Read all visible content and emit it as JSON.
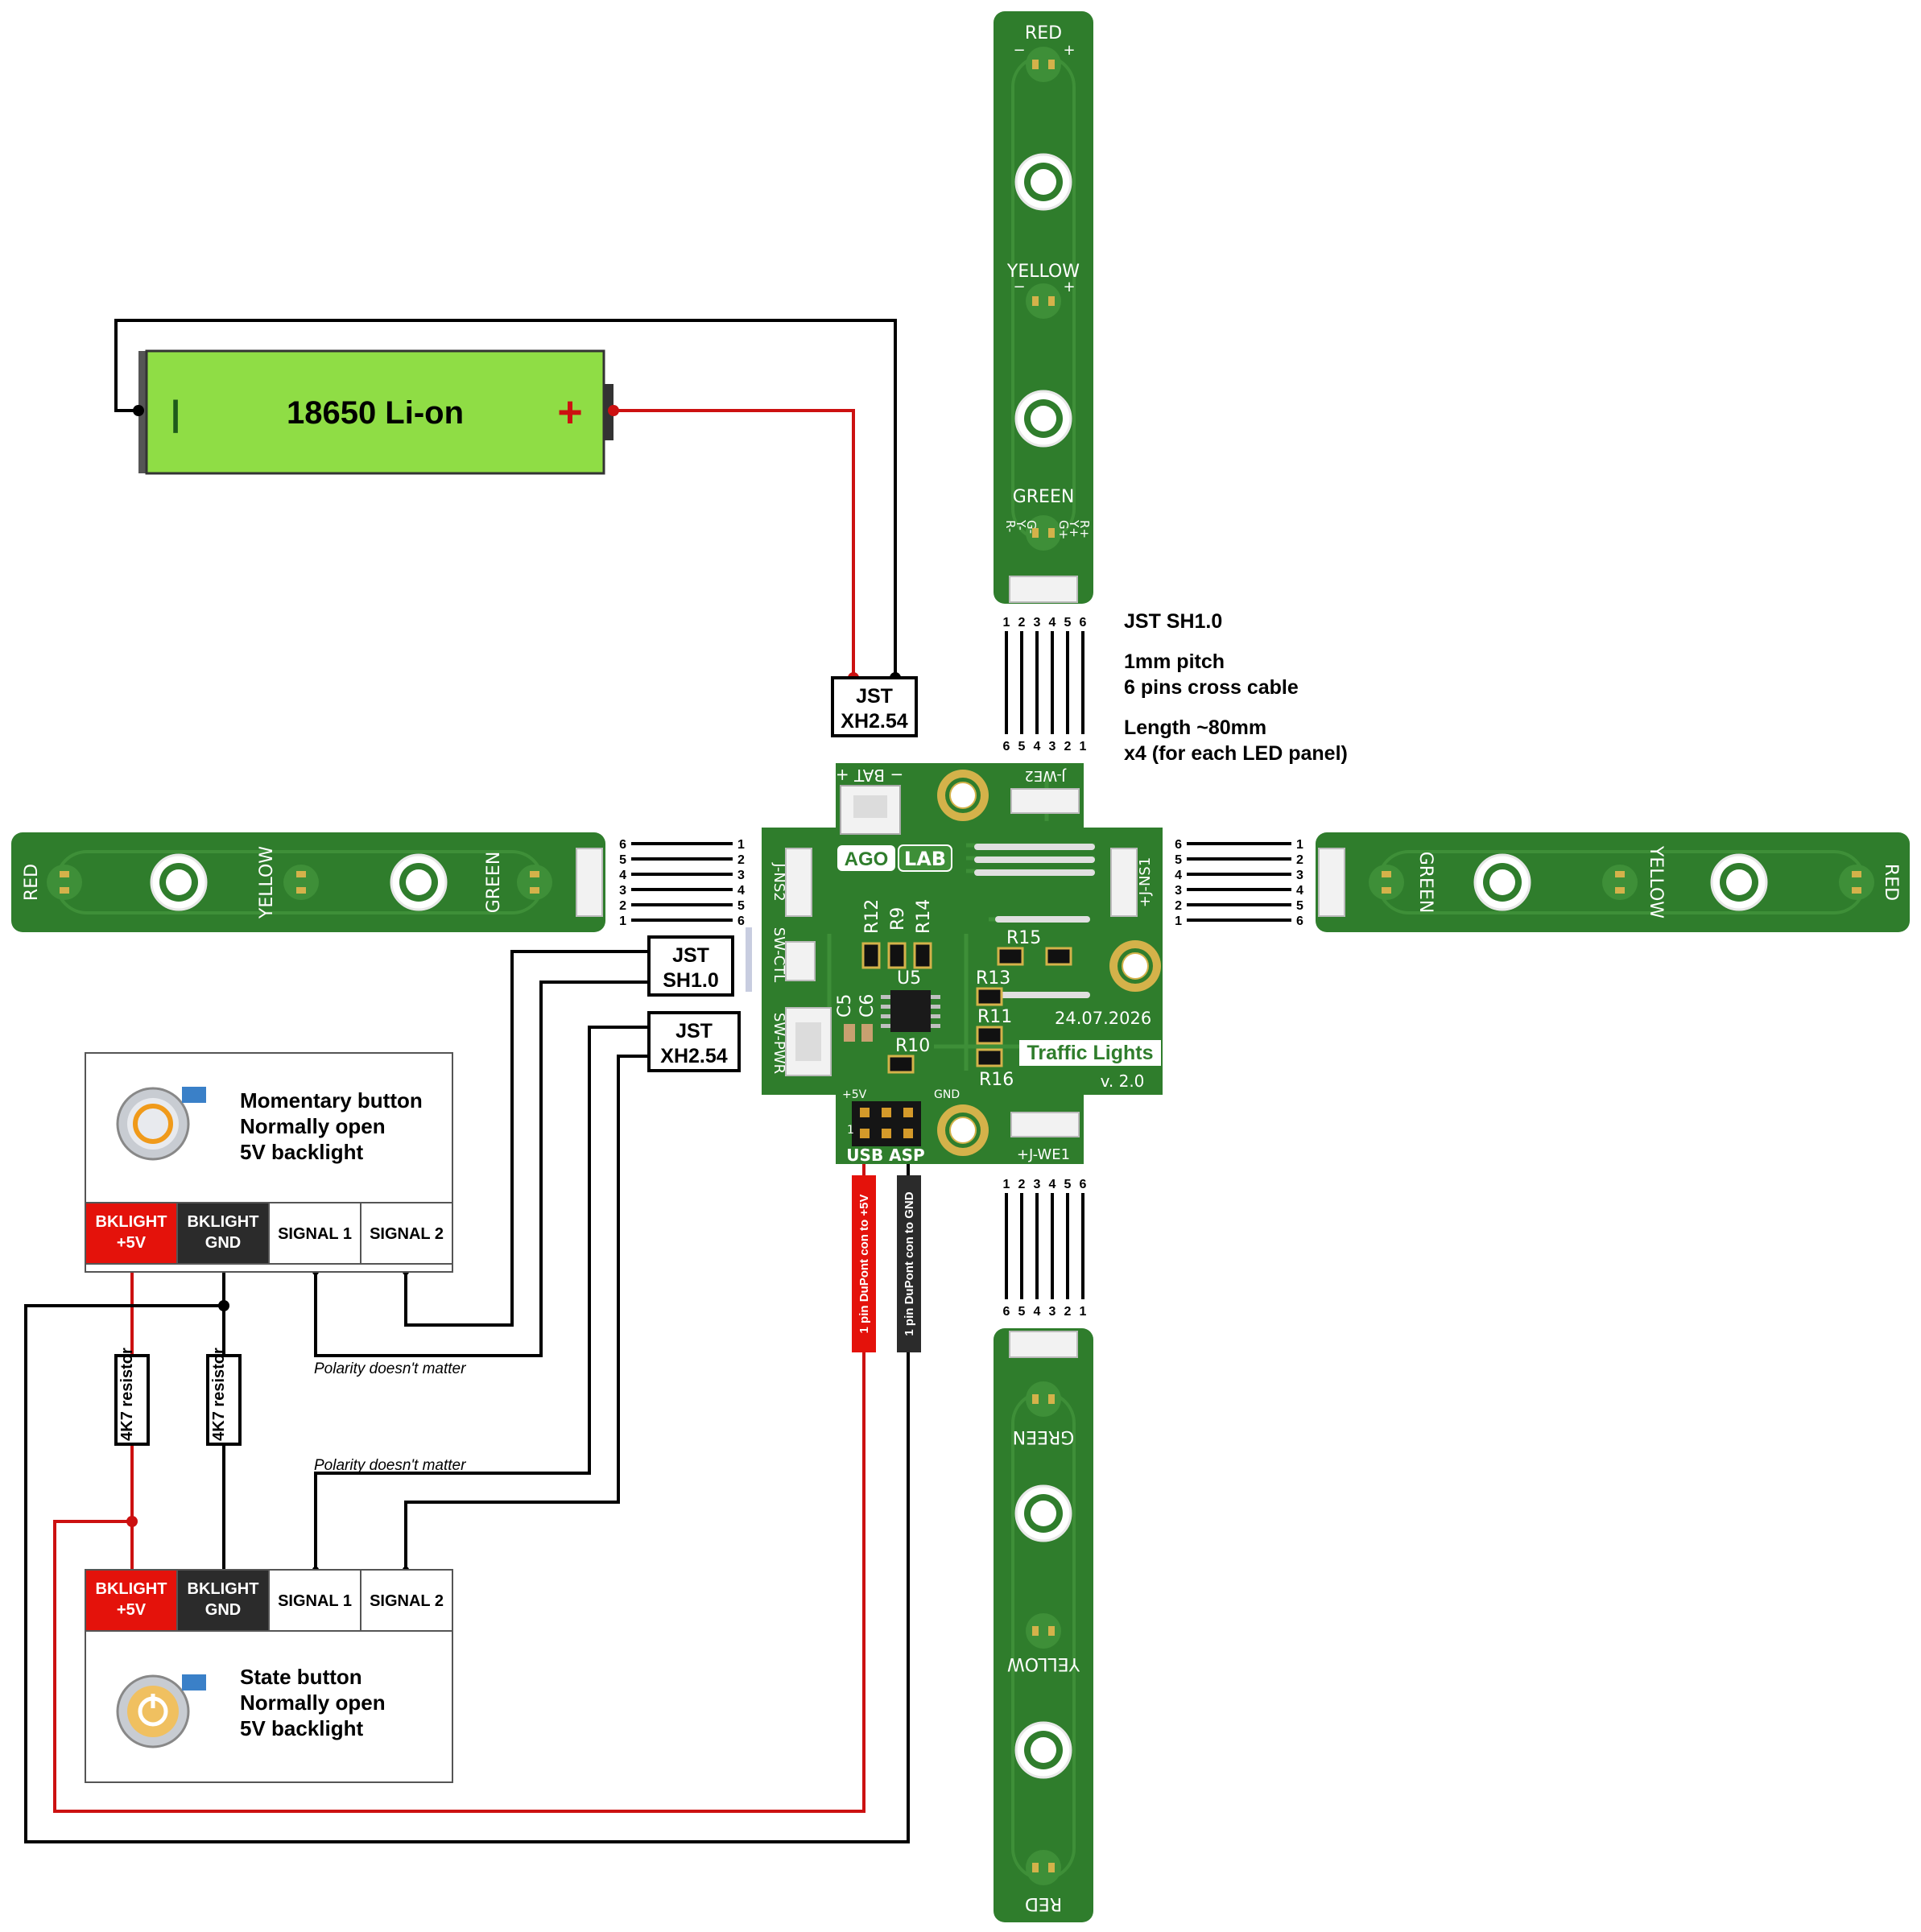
{
  "battery": {
    "label": "18650 Li-on",
    "minus": "|",
    "plus": "+"
  },
  "connectors": {
    "bat": {
      "line1": "JST",
      "line2": "XH2.54"
    },
    "sh": {
      "line1": "JST",
      "line2": "SH1.0"
    },
    "xh": {
      "line1": "JST",
      "line2": "XH2.54"
    }
  },
  "cable_notes": {
    "title": "JST SH1.0",
    "pitch": "1mm pitch",
    "pins": "6 pins cross cable",
    "length": "Length ~80mm",
    "count": "x4 (for each LED panel)"
  },
  "pin_numbers": [
    "1",
    "2",
    "3",
    "4",
    "5",
    "6"
  ],
  "led_panel": {
    "red": "RED",
    "yellow": "YELLOW",
    "green": "GREEN",
    "minus": "−",
    "plus": "+",
    "pin_labels": [
      "R-",
      "Y-",
      "G-",
      "G+",
      "Y+",
      "R+"
    ]
  },
  "board": {
    "bat": "− BAT +",
    "jwe2": "J-WE2",
    "jns2": "J-NS2",
    "jns1": "+J-NS1",
    "swctl": "SW-CTL",
    "swpwr": "SW-PWR",
    "ago": "AGO",
    "lab": "LAB",
    "date": "24.07.2026",
    "title": "Traffic Lights",
    "version": "v. 2.0",
    "usb": "USB ASP",
    "plus5v": "+5V",
    "gnd": "GND",
    "jwe1": "+J-WE1",
    "pin1": "1",
    "refs": [
      "R12",
      "R9",
      "R14",
      "R15",
      "U5",
      "R13",
      "C5",
      "C6",
      "R11",
      "R10",
      "R16"
    ]
  },
  "dupont": {
    "red": "1 pin DuPont con to +5V",
    "black": "1 pin DuPont con to GND"
  },
  "momentary": {
    "title": "Momentary button",
    "line2": "Normally open",
    "line3": "5V backlight",
    "cells": [
      {
        "l1": "BKLIGHT",
        "l2": "+5V",
        "bg": "#e4120b",
        "fg": "#ffffff"
      },
      {
        "l1": "BKLIGHT",
        "l2": "GND",
        "bg": "#2b2b2b",
        "fg": "#ffffff"
      },
      {
        "l1": "SIGNAL 1",
        "l2": "",
        "bg": "#ffffff",
        "fg": "#000000"
      },
      {
        "l1": "SIGNAL 2",
        "l2": "",
        "bg": "#ffffff",
        "fg": "#000000"
      }
    ]
  },
  "state": {
    "title": "State button",
    "line2": "Normally open",
    "line3": "5V backlight",
    "cells": [
      {
        "l1": "BKLIGHT",
        "l2": "+5V",
        "bg": "#e4120b",
        "fg": "#ffffff"
      },
      {
        "l1": "BKLIGHT",
        "l2": "GND",
        "bg": "#2b2b2b",
        "fg": "#ffffff"
      },
      {
        "l1": "SIGNAL 1",
        "l2": "",
        "bg": "#ffffff",
        "fg": "#000000"
      },
      {
        "l1": "SIGNAL 2",
        "l2": "",
        "bg": "#ffffff",
        "fg": "#000000"
      }
    ]
  },
  "resistor": "4K7 resistor",
  "polarity_note": "Polarity doesn't matter",
  "colors": {
    "pcb": "#2f7d2c",
    "pcb_trace": "#3e8f38",
    "battery": "#8fdd45",
    "battery_text": "#2e8b26",
    "wire_red": "#cc1111",
    "wire_black": "#000000",
    "pad_gold": "#d4b24a"
  }
}
